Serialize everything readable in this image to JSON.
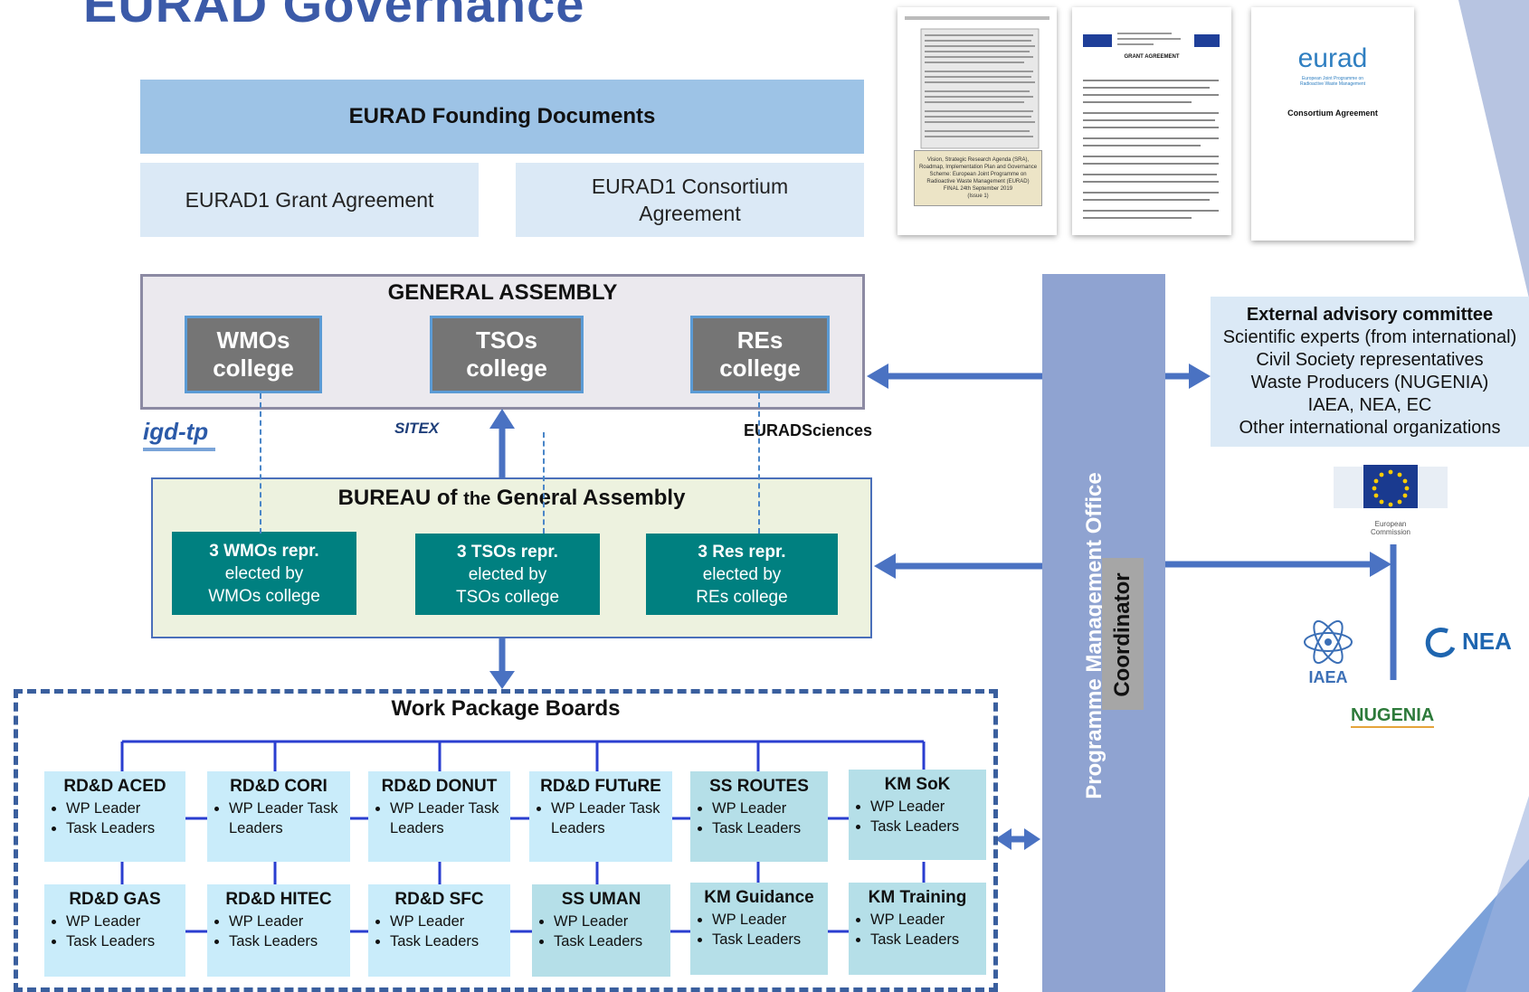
{
  "title": "EURAD Governance",
  "founding": {
    "header": "EURAD Founding Documents",
    "grant": "EURAD1 Grant Agreement",
    "consortium_l1": "EURAD1 Consortium",
    "consortium_l2": "Agreement"
  },
  "thumbnails": {
    "vision_l1": "Vision, Strategic Research Agenda (SRA),",
    "vision_l2": "Roadmap, Implementation Plan and Governance",
    "vision_l3": "Scheme: European Joint Programme on",
    "vision_l4": "Radioactive Waste Management (EURAD)",
    "vision_l5": "FINAL 24th September 2019",
    "vision_l6": "(Issue 1)",
    "grant_title": "GRANT AGREEMENT",
    "eurad_logo": "eurad",
    "eurad_sub": "European Joint Programme on Radioactive Waste Management",
    "consortium_title": "Consortium Agreement"
  },
  "general_assembly": {
    "title": "GENERAL ASSEMBLY",
    "colleges": [
      {
        "l1": "WMOs",
        "l2": "college"
      },
      {
        "l1": "TSOs",
        "l2": "college"
      },
      {
        "l1": "REs",
        "l2": "college"
      }
    ]
  },
  "logos": {
    "igdtp": "igd-tp",
    "sitex": "SITEX",
    "euradsciences": "EURADSciences",
    "ec_l1": "European",
    "ec_l2": "Commission",
    "iaea": "IAEA",
    "nea": "NEA",
    "nugenia": "NUGENIA"
  },
  "bureau": {
    "title_a": "BUREAU of ",
    "title_b": "the",
    "title_c": " General Assembly",
    "reprs": [
      {
        "l1": "3 WMOs repr.",
        "l2": "elected by",
        "l3": "WMOs college"
      },
      {
        "l1": "3 TSOs  repr.",
        "l2": "elected by",
        "l3": "TSOs college"
      },
      {
        "l1": "3 Res repr.",
        "l2": "elected by",
        "l3": "REs college"
      }
    ]
  },
  "wp_boards": {
    "title": "Work Package Boards",
    "row1": [
      {
        "name": "RD&D ACED",
        "items": [
          "WP Leader",
          "Task Leaders"
        ]
      },
      {
        "name": "RD&D CORI",
        "items": [
          "WP Leader Task Leaders"
        ]
      },
      {
        "name": "RD&D DONUT",
        "items": [
          "WP Leader Task Leaders"
        ]
      },
      {
        "name": "RD&D FUTuRE",
        "items": [
          "WP Leader Task Leaders"
        ]
      },
      {
        "name": "SS ROUTES",
        "items": [
          "WP Leader",
          "Task Leaders"
        ]
      },
      {
        "name": "KM SoK",
        "items": [
          "WP Leader",
          "Task Leaders"
        ]
      }
    ],
    "row2": [
      {
        "name": "RD&D GAS",
        "items": [
          "WP Leader",
          "Task Leaders"
        ]
      },
      {
        "name": "RD&D HITEC",
        "items": [
          "WP Leader",
          "Task Leaders"
        ]
      },
      {
        "name": "RD&D SFC",
        "items": [
          "WP Leader",
          "Task Leaders"
        ]
      },
      {
        "name": "SS UMAN",
        "items": [
          "WP Leader",
          "Task Leaders"
        ]
      },
      {
        "name": "KM Guidance",
        "items": [
          "WP Leader",
          "Task Leaders"
        ]
      },
      {
        "name": "KM Training",
        "items": [
          "WP Leader",
          "Task Leaders"
        ]
      }
    ]
  },
  "pmo": {
    "label": "Programme Management Office",
    "coordinator": "Coordinator"
  },
  "external": {
    "title": "External advisory committee",
    "lines": [
      "Scientific experts (from international)",
      "Civil Society representatives",
      "Waste Producers (NUGENIA)",
      "IAEA, NEA, EC",
      "Other international organizations"
    ]
  },
  "colors": {
    "title": "#3b5aa8",
    "founding_header": "#9dc3e6",
    "doc": "#dbe9f6",
    "college": "#757575",
    "repr": "#008080",
    "pmo": "#8fa3d1",
    "arrow": "#4a72c2",
    "wp_light": "#c9ecfa",
    "wp_alt": "#b5dfe8"
  }
}
